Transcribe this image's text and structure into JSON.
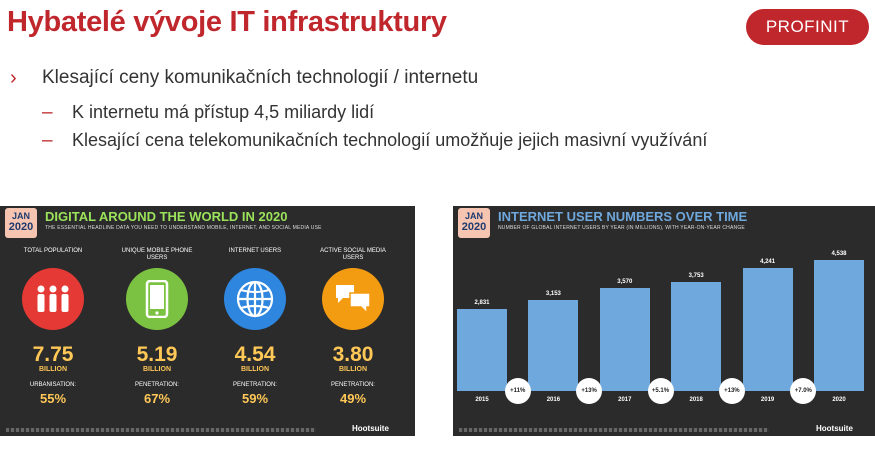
{
  "header": {
    "title": "Hybatelé vývoje IT infrastruktury",
    "logo": "PROFINIT"
  },
  "bullets": {
    "main_marker": "›",
    "main": "Klesající ceny komunikačních technologií / internetu",
    "sub_marker": "–",
    "sub": [
      "K internetu má přístup 4,5 miliardy lidí",
      "Klesající cena telekomunikačních technologií umožňuje jejich masivní využívání"
    ]
  },
  "left_slide": {
    "jan": "JAN",
    "year": "2020",
    "title": "DIGITAL AROUND THE WORLD IN 2020",
    "subtitle": "THE ESSENTIAL HEADLINE DATA YOU NEED TO UNDERSTAND MOBILE, INTERNET, AND SOCIAL MEDIA USE",
    "stats": [
      {
        "label": "TOTAL POPULATION",
        "icon": "people-icon",
        "color": "#e53935",
        "value": "7.75",
        "unit": "BILLION",
        "sub": "URBANISATION:",
        "pct": "55%"
      },
      {
        "label": "UNIQUE MOBILE PHONE USERS",
        "icon": "phone-icon",
        "color": "#7cc242",
        "value": "5.19",
        "unit": "BILLION",
        "sub": "PENETRATION:",
        "pct": "67%"
      },
      {
        "label": "INTERNET USERS",
        "icon": "globe-icon",
        "color": "#2e86de",
        "value": "4.54",
        "unit": "BILLION",
        "sub": "PENETRATION:",
        "pct": "59%"
      },
      {
        "label": "ACTIVE SOCIAL MEDIA USERS",
        "icon": "chat-icon",
        "color": "#f39c12",
        "value": "3.80",
        "unit": "BILLION",
        "sub": "PENETRATION:",
        "pct": "49%"
      }
    ],
    "brand": "Hootsuite"
  },
  "right_slide": {
    "jan": "JAN",
    "year": "2020",
    "title": "INTERNET USER NUMBERS OVER TIME",
    "subtitle": "NUMBER OF GLOBAL INTERNET USERS BY YEAR (IN MILLIONS), WITH YEAR-ON-YEAR CHANGE",
    "brand": "Hootsuite"
  },
  "chart_data": {
    "type": "bar",
    "title": "INTERNET USER NUMBERS OVER TIME",
    "categories": [
      "2015",
      "2016",
      "2017",
      "2018",
      "2019",
      "2020"
    ],
    "values": [
      2831,
      3153,
      3570,
      3753,
      4241,
      4538
    ],
    "value_labels": [
      "2,831",
      "3,153",
      "3,570",
      "3,753",
      "4,241",
      "4,538"
    ],
    "changes": [
      "+11%",
      "+13%",
      "+5.1%",
      "+13%",
      "+7.0%"
    ],
    "ylim": [
      0,
      4600
    ],
    "grid": false,
    "bar_color": "#6fa8dc"
  }
}
